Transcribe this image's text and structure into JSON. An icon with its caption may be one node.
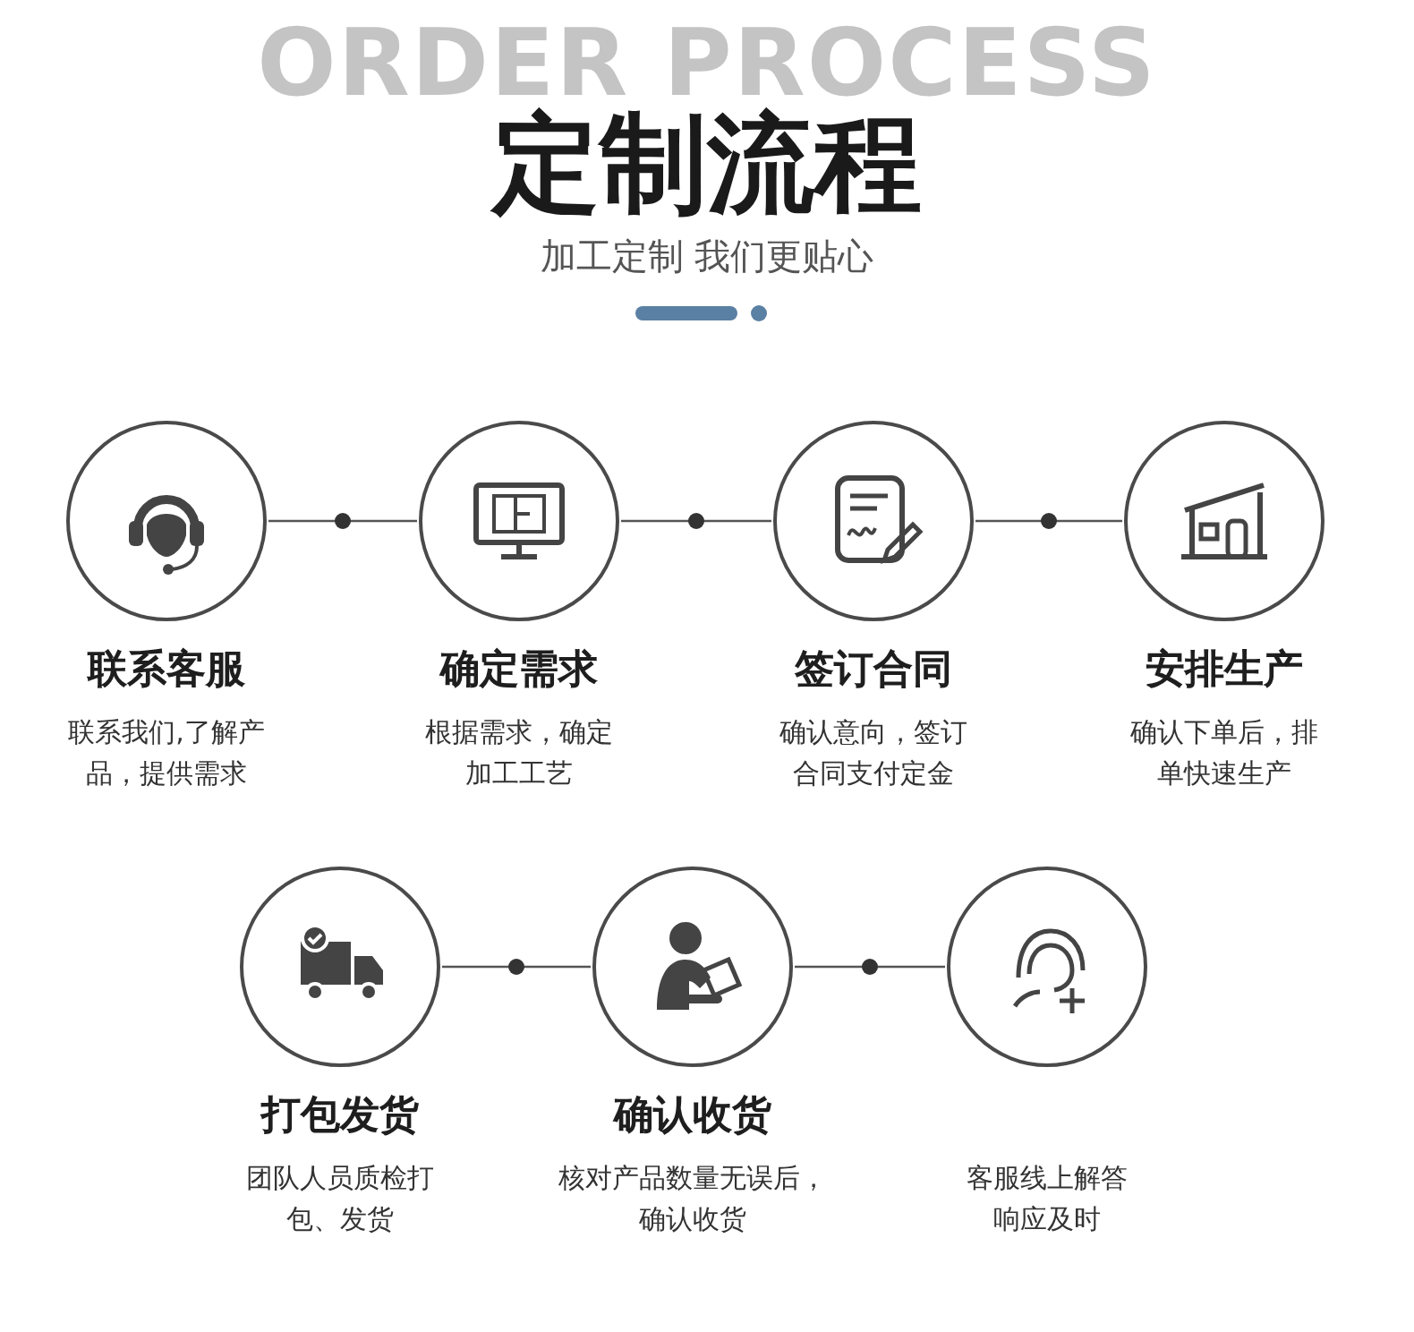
{
  "diagram": {
    "title": "定制流程",
    "nodes": [
      {
        "text": [
          "联系客服",
          "联系我们,了解产品，提供需求"
        ]
      },
      {
        "text": [
          "确定需求",
          "根据需求，确定加工工艺"
        ]
      },
      {
        "text": [
          "签订合同",
          "确认意向，签订合同支付定金"
        ]
      },
      {
        "text": [
          "安排生产",
          "确认下单后，排单快速生产"
        ]
      },
      {
        "text": [
          "打包发货",
          "团队人员质检打包、发货"
        ]
      },
      {
        "text": [
          "确认收货",
          "核对产品数量无误后，确认收货"
        ]
      },
      {
        "text": [
          "客服线上解答响应及时"
        ]
      }
    ],
    "edges": [
      {
        "from": 0,
        "to": 1,
        "arrow": "none"
      },
      {
        "from": 1,
        "to": 2,
        "arrow": "none"
      },
      {
        "from": 2,
        "to": 3,
        "arrow": "none"
      },
      {
        "from": 4,
        "to": 5,
        "arrow": "none"
      },
      {
        "from": 5,
        "to": 6,
        "arrow": "none"
      }
    ],
    "labels": [
      "ORDER PROCESS",
      "加工定制 我们更贴心"
    ]
  }
}
